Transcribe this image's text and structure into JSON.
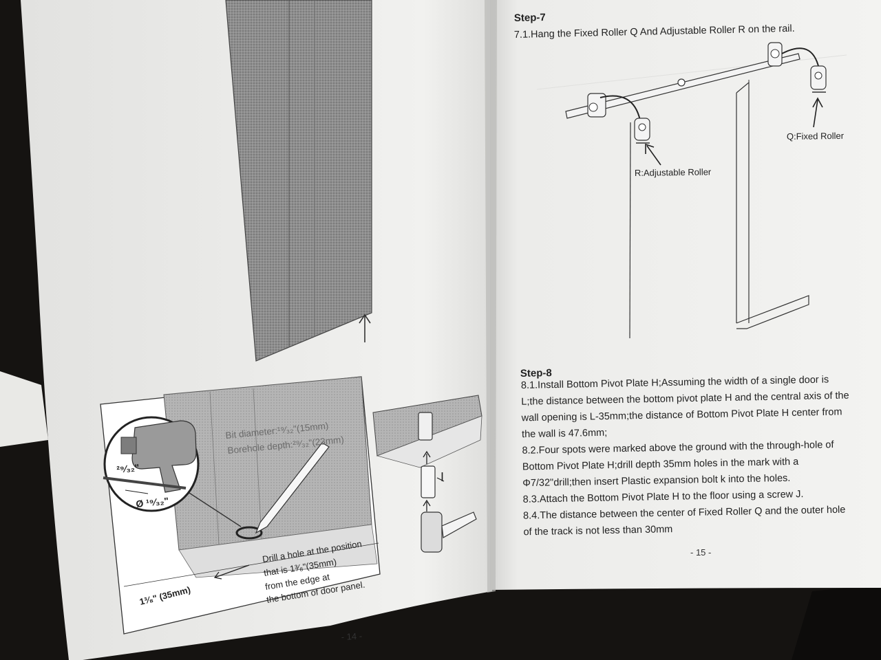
{
  "left_page": {
    "page_number": "- 14 -",
    "drill_figure": {
      "bit_diameter": "Bit diameter:¹⁹⁄₃₂\"(15mm)",
      "borehole_depth": "Borehole depth:²⁹⁄₃₂\"(23mm)",
      "bit_length": "²⁹⁄₃₂\"",
      "bit_diameter_icon": "Ø ¹⁹⁄₃₂\"",
      "edge_distance": "1³⁄₈\" (35mm)",
      "instruction_lines": [
        "Drill a hole at the position",
        "that is 1³⁄₈\"(35mm)",
        "from the edge at",
        "the bottom of door panel."
      ]
    },
    "bolt_figure": {
      "label": "I"
    }
  },
  "right_page": {
    "page_number": "- 15 -",
    "step7": {
      "title": "Step-7",
      "line1": "7.1.Hang the Fixed Roller Q And Adjustable Roller R on the rail.",
      "adjustable_label": "R:Adjustable Roller",
      "fixed_label": "Q:Fixed Roller"
    },
    "step8": {
      "title": "Step-8",
      "lines": [
        "8.1.Install Bottom Pivot Plate H;Assuming the width of a single door is",
        "L;the distance between the bottom pivot plate H and the central axis of the",
        "wall opening is L-35mm;the distance of Bottom Pivot Plate H center from",
        "the wall is 47.6mm;",
        "8.2.Four spots were marked above the ground with the through-hole of",
        "Bottom Pivot Plate H;drill depth 35mm holes in the mark with a",
        "Φ7/32\"drill;then insert Plastic expansion bolt k into the holes.",
        "8.3.Attach the Bottom Pivot Plate H to the floor using a screw J.",
        "8.4.The distance between the center of Fixed Roller Q and the outer hole",
        "of the track is not less than 30mm"
      ]
    }
  }
}
